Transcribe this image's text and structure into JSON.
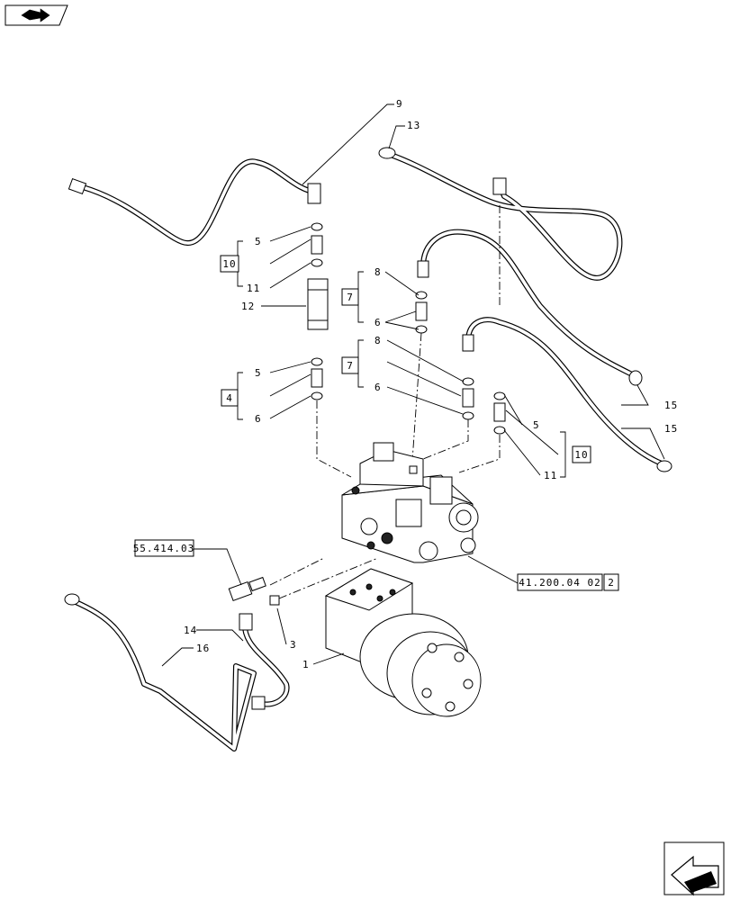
{
  "callouts": {
    "c9": "9",
    "c13": "13",
    "c5a": "5",
    "c11a": "11",
    "c12": "12",
    "c8a": "8",
    "c6a": "6",
    "c8b": "8",
    "c6b": "6",
    "c5b": "5",
    "c6c": "6",
    "c15a": "15",
    "c15b": "15",
    "c5c": "5",
    "c11b": "11",
    "c14": "14",
    "c16": "16",
    "c3": "3",
    "c1": "1"
  },
  "groups": {
    "g10a": "10",
    "g7a": "7",
    "g7b": "7",
    "g4": "4",
    "g10b": "10"
  },
  "refs": {
    "ref_left": "55.414.03",
    "ref_right": "41.200.04 02",
    "ref_right_page": "2"
  },
  "icons": {
    "top_left": "book-arrow-icon",
    "bottom_right": "next-page-arrow-icon"
  }
}
